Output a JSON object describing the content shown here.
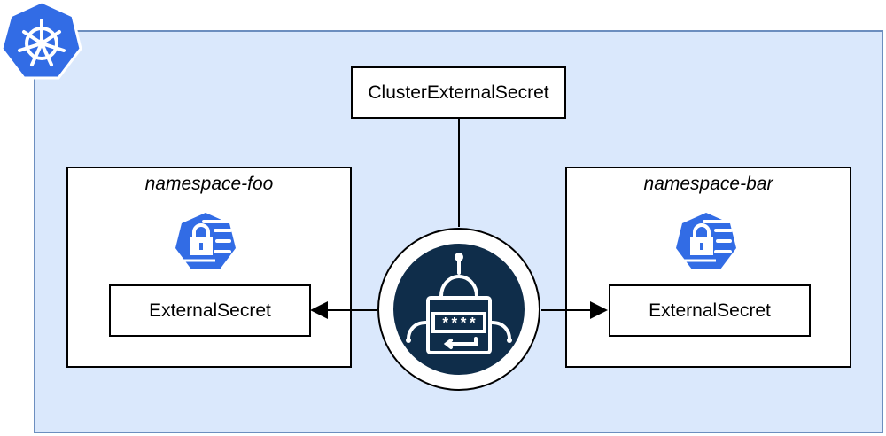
{
  "diagram": {
    "cluster_external_secret_label": "ClusterExternalSecret",
    "namespace_left": {
      "title": "namespace-foo",
      "external_secret_label": "ExternalSecret"
    },
    "namespace_right": {
      "title": "namespace-bar",
      "external_secret_label": "ExternalSecret"
    },
    "operator_display": "****",
    "colors": {
      "cluster_fill": "#dae8fc",
      "cluster_border": "#6c8ebf",
      "k8s_blue": "#326ce5",
      "operator_navy": "#0f2d4a"
    },
    "icons": {
      "cluster": "kubernetes-helm-icon",
      "secret": "kubernetes-secret-icon",
      "operator": "external-secrets-operator-robot-icon"
    }
  }
}
